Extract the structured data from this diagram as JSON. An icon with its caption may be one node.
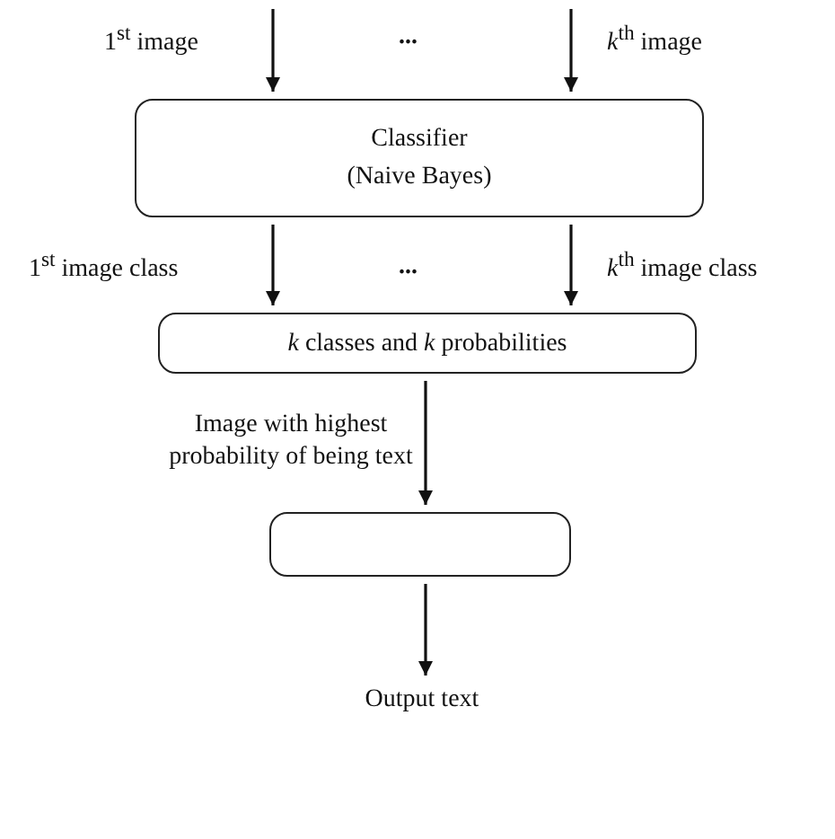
{
  "diagram": {
    "nodes": [
      {
        "text": [
          "Classifier",
          "(Naive Bayes)"
        ]
      },
      {
        "text": [
          "*k* classes and *k* probabilities"
        ]
      },
      {
        "text": [],
        "shape": "box"
      },
      {
        "text": [
          "Output text"
        ]
      }
    ],
    "edges": [
      {
        "from": null,
        "to": 0,
        "arrow": "to",
        "label": "1$^{st}$ image"
      },
      {
        "from": null,
        "to": 0,
        "arrow": "to",
        "label": "*k*$^{th}$ image"
      },
      {
        "from": 0,
        "to": 1,
        "arrow": "to",
        "label": "1$^{st}$ image class"
      },
      {
        "from": 0,
        "to": 1,
        "arrow": "to",
        "label": "*k*$^{th}$ image class"
      },
      {
        "from": 1,
        "to": 2,
        "arrow": "to",
        "label": "Image with highest probability of being text"
      },
      {
        "from": 2,
        "to": 3,
        "arrow": "to"
      }
    ],
    "labels": [
      "...",
      "..."
    ]
  }
}
